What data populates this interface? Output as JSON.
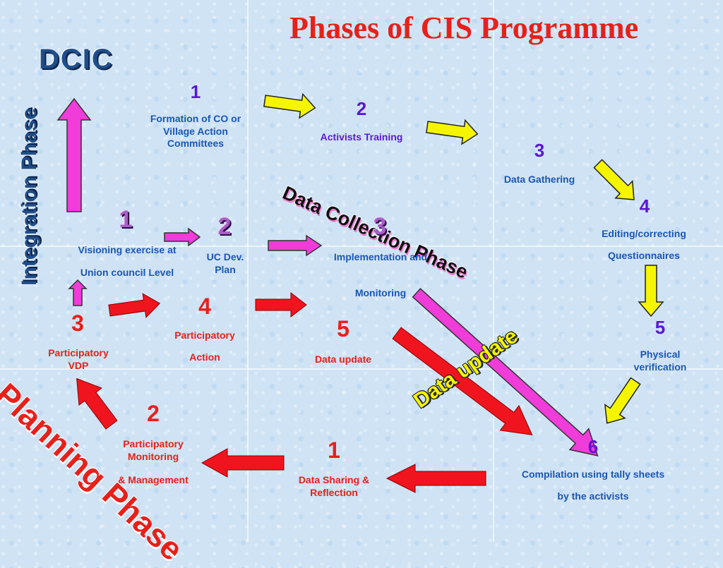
{
  "title": "Phases of CIS Programme",
  "dcic": "DCIC",
  "phases": {
    "integration": "Integration  Phase",
    "data_collection": "Data Collection Phase",
    "data_update": "Data update",
    "planning": "Planning Phase"
  },
  "data_collection_steps": [
    {
      "num": "1",
      "label": "Formation of CO or Village  Action Committees"
    },
    {
      "num": "2",
      "label": "Activists Training"
    },
    {
      "num": "3",
      "label": "Data Gathering"
    },
    {
      "num": "4",
      "label_line1": "Editing/correcting",
      "label_line2": "Questionnaires"
    },
    {
      "num": "5",
      "label": "Physical verification"
    },
    {
      "num": "6",
      "label_line1": "Compilation using tally sheets",
      "label_line2": "by the activists"
    }
  ],
  "integration_steps": [
    {
      "num": "1",
      "label_line1": "Visioning exercise at",
      "label_line2": "Union council Level"
    },
    {
      "num": "2",
      "label": "UC Dev. Plan"
    },
    {
      "num": "3",
      "label_line1": "Implementation and",
      "label_line2": "Monitoring"
    }
  ],
  "planning_steps": [
    {
      "num": "1",
      "label": "Data Sharing & Reflection"
    },
    {
      "num": "2",
      "label_line1": "Participatory Monitoring",
      "label_line2": "& Management"
    },
    {
      "num": "3",
      "label": "Participatory VDP"
    },
    {
      "num": "4",
      "label_line1": "Participatory",
      "label_line2": "Action"
    },
    {
      "num": "5",
      "label": "Data update"
    }
  ],
  "colors": {
    "title_red": "#e8201a",
    "yellow_arrow": "#f5f500",
    "pink_arrow": "#f03cd8",
    "red_arrow": "#f0141e",
    "blue_text": "#1a56b5",
    "violet_text": "#5a17d6"
  }
}
